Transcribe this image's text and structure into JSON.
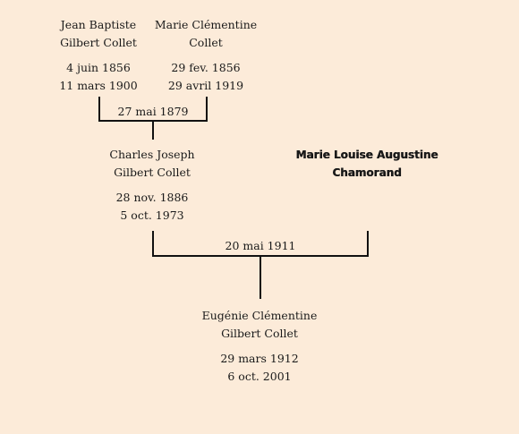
{
  "gen1_father": {
    "name_line1": "Jean Baptiste",
    "name_line2": "Gilbert Collet",
    "birth": "4 juin 1856",
    "death": "11 mars 1900"
  },
  "gen1_mother": {
    "name_line1": "Marie Clémentine",
    "name_line2": "Collet",
    "birth": "29 fev. 1856",
    "death": "29 avril 1919"
  },
  "gen1_marriage": "27 mai 1879",
  "gen2_father": {
    "name_line1": "Charles Joseph",
    "name_line2": "Gilbert Collet",
    "birth": "28 nov. 1886",
    "death": "5 oct. 1973"
  },
  "gen2_mother": {
    "name_line1": "Marie Louise Augustine",
    "name_line2": "Chamorand"
  },
  "gen2_marriage": "20 mai 1911",
  "gen3_child": {
    "name_line1": "Eugénie Clémentine",
    "name_line2": "Gilbert Collet",
    "birth": "29 mars 1912",
    "death": "6 oct. 2001"
  }
}
